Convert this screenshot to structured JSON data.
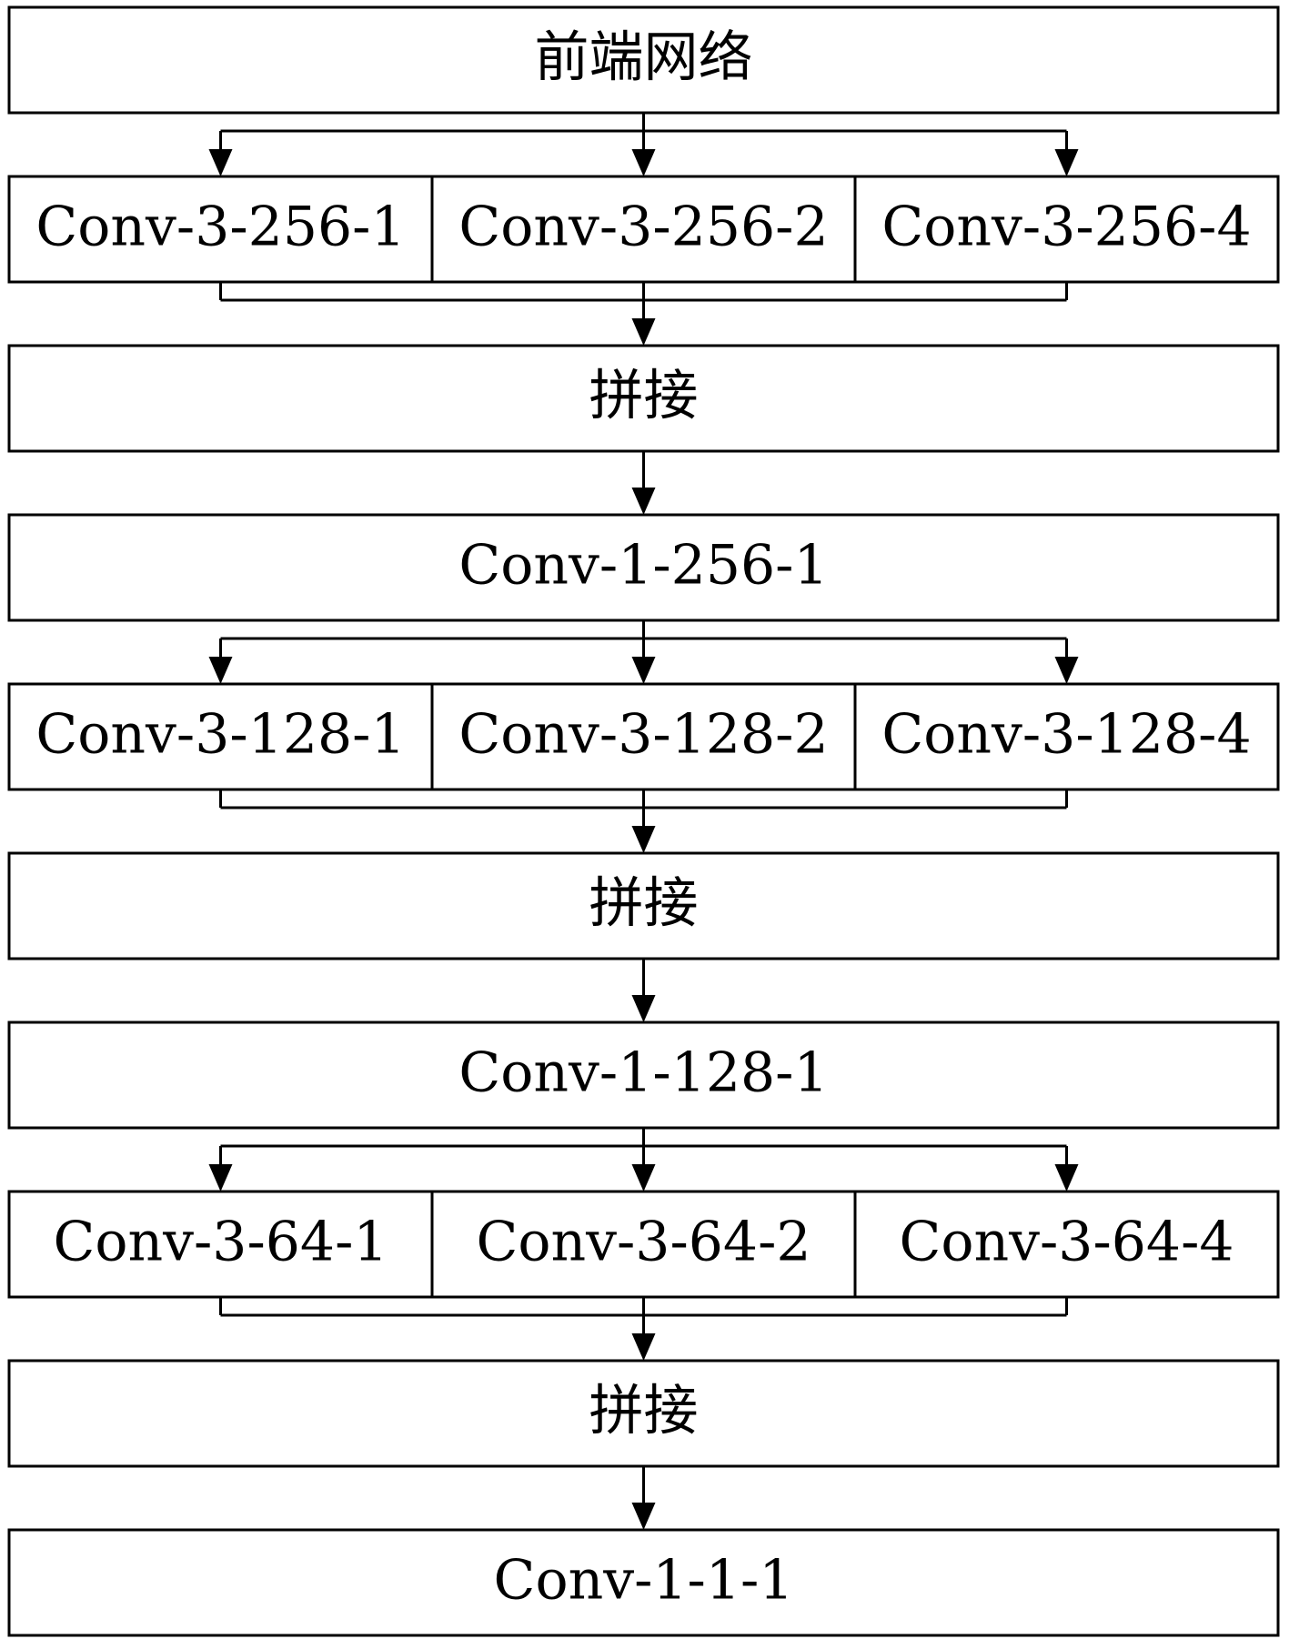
{
  "rows": [
    {
      "boxes": [
        "前端网络"
      ]
    },
    {
      "boxes": [
        "Conv-3-256-1",
        "Conv-3-256-2",
        "Conv-3-256-4"
      ]
    },
    {
      "boxes": [
        "拼接"
      ]
    },
    {
      "boxes": [
        "Conv-1-256-1"
      ]
    },
    {
      "boxes": [
        "Conv-3-128-1",
        "Conv-3-128-2",
        "Conv-3-128-4"
      ]
    },
    {
      "boxes": [
        "拼接"
      ]
    },
    {
      "boxes": [
        "Conv-1-128-1"
      ]
    },
    {
      "boxes": [
        "Conv-3-64-1",
        "Conv-3-64-2",
        "Conv-3-64-4"
      ]
    },
    {
      "boxes": [
        "拼接"
      ]
    },
    {
      "boxes": [
        "Conv-1-1-1"
      ]
    }
  ]
}
